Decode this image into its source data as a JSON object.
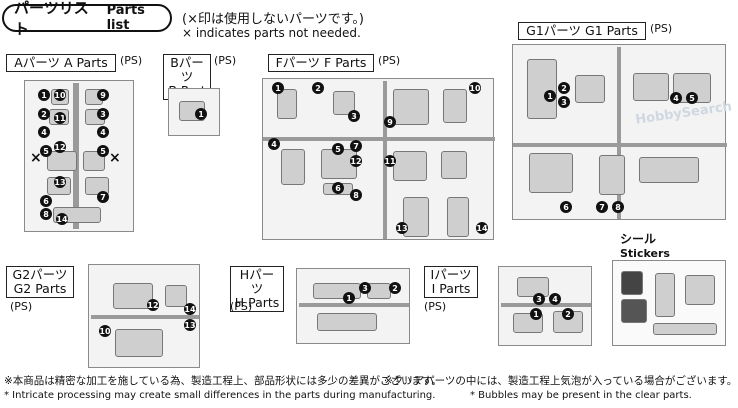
{
  "header": {
    "title_jp": "パーツリスト",
    "title_en": "Parts list",
    "note_jp": "(×印は使用しないパーツです。)",
    "note_en": "× indicates parts not needed."
  },
  "groups": {
    "a": {
      "label_jp": "Aパーツ",
      "label_en": "A Parts",
      "tag": "(PS)"
    },
    "b": {
      "label_jp": "Bパーツ",
      "label_en": "B Part",
      "tag": "(PS)"
    },
    "f": {
      "label_jp": "Fパーツ",
      "label_en": "F Parts",
      "tag": "(PS)"
    },
    "g1": {
      "label_jp": "G1パーツ",
      "label_en": "G1 Parts",
      "tag": "(PS)"
    },
    "g2": {
      "label_jp": "G2パーツ",
      "label_en": "G2 Parts",
      "tag": "(PS)"
    },
    "h": {
      "label_jp": "Hパーツ",
      "label_en": "H Parts",
      "tag": "(PS)"
    },
    "i": {
      "label_jp": "Iパーツ",
      "label_en": "I Parts",
      "tag": "(PS)"
    }
  },
  "stickers": {
    "label_jp": "シール",
    "label_en": "Stickers"
  },
  "markers": {
    "a": [
      "10",
      "1",
      "9",
      "2",
      "11",
      "3",
      "4",
      "12",
      "5",
      "5",
      "13",
      "6",
      "7",
      "8",
      "14"
    ],
    "b": [
      "1"
    ],
    "f": [
      "1",
      "2",
      "3",
      "4",
      "5",
      "6",
      "7",
      "8",
      "9",
      "10",
      "11",
      "12",
      "13",
      "14"
    ],
    "g1": [
      "1",
      "2",
      "3",
      "4",
      "5",
      "6",
      "7",
      "8"
    ],
    "g2": [
      "12",
      "14",
      "10",
      "13"
    ],
    "h": [
      "1",
      "2",
      "3"
    ],
    "i": [
      "3",
      "4",
      "1",
      "2"
    ]
  },
  "exclude_mark": "×",
  "watermark": "HobbySearch",
  "footer": {
    "jp_left": "※本商品は精密な加工を施している為、製造工程上、部品形状には多少の差異がございます。",
    "jp_right": "※クリアパーツの中には、製造工程上気泡が入っている場合がございます。",
    "en_left": "* Intricate processing may create small differences in the parts during manufacturing.",
    "en_right": "* Bubbles may be present in the clear parts."
  }
}
